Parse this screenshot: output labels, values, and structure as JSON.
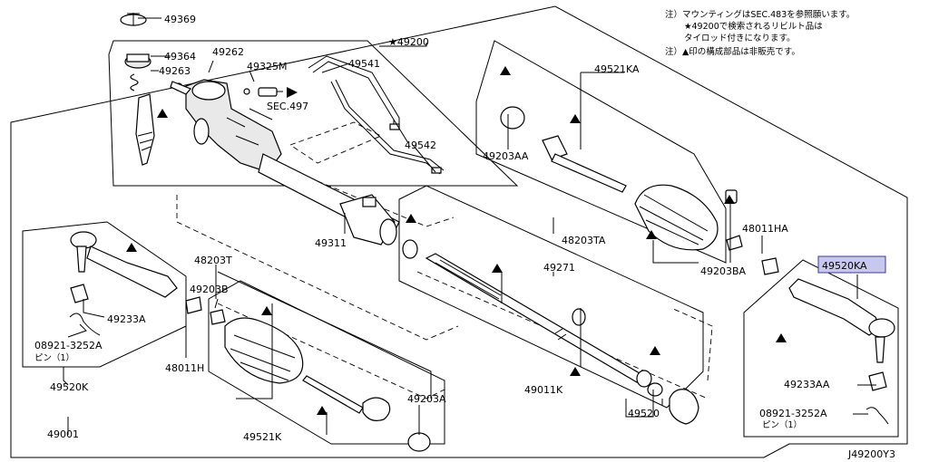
{
  "notes": {
    "line1": "注）マウンティングはSEC.483を参照願います。",
    "line2": "★49200で検索されるリビルト品は",
    "line3": "タイロッド付きになります。",
    "line4": "注）▲印の構成部品は非販売です。"
  },
  "labels": {
    "p49369": "49369",
    "p49364": "49364",
    "p49263": "49263",
    "p49262": "49262",
    "p49325M": "49325M",
    "sec497": "SEC.497",
    "p49200": "★49200",
    "p49541": "49541",
    "p49542": "49542",
    "p49311": "49311",
    "p49521KA": "49521KA",
    "p49203AA": "49203AA",
    "p48203TA": "48203TA",
    "p48011HA": "48011HA",
    "p49203BA": "49203BA",
    "p49271": "49271",
    "p49011K": "49011K",
    "p49520": "49520",
    "p49520KA": "49520KA",
    "p49233AA": "49233AA",
    "p08921A_right": "08921-3252A",
    "pin_right": "ピン（1）",
    "p49233A": "49233A",
    "p08921A_left": "08921-3252A",
    "pin_left": "ピン（1）",
    "p49520K": "49520K",
    "p48011H": "48011H",
    "p48203T": "48203T",
    "p49203B": "49203B",
    "p49521K": "49521K",
    "p49203A": "49203A",
    "p49001": "49001",
    "diagram_code": "J49200Y3"
  },
  "colors": {
    "highlight_fill": "#c8c8ee",
    "highlight_stroke": "#3b3b8f",
    "line": "#000000"
  }
}
